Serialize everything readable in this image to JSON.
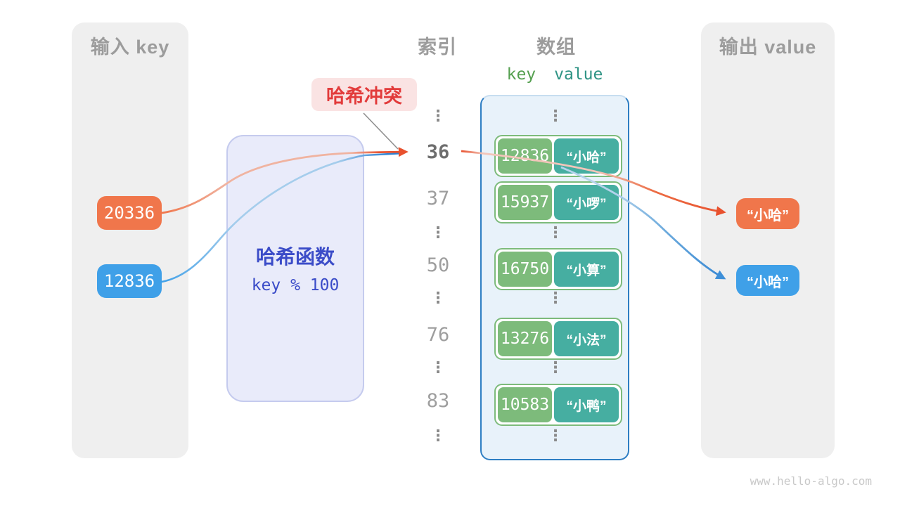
{
  "diagram": {
    "watermark": "www.hello-algo.com",
    "headers": {
      "input": "输入 key",
      "index": "索引",
      "array": "数组",
      "output": "输出 value",
      "kv_key": "key",
      "kv_value": "value"
    },
    "collision_label": "哈希冲突",
    "hash_function": {
      "title": "哈希函数",
      "formula": "key % 100"
    },
    "inputs": [
      {
        "label": "20336",
        "color": "#F0764B"
      },
      {
        "label": "12836",
        "color": "#3FA0E8"
      }
    ],
    "outputs": [
      {
        "label": "“小哈”",
        "color": "#F0764B"
      },
      {
        "label": "“小哈”",
        "color": "#3FA0E8"
      }
    ],
    "ellipsis_char": "⋮",
    "rows": [
      {
        "type": "dots"
      },
      {
        "type": "entry",
        "index": "36",
        "highlighted": true,
        "key": "12836",
        "value": "“小哈”"
      },
      {
        "type": "entry",
        "index": "37",
        "highlighted": false,
        "key": "15937",
        "value": "“小啰”"
      },
      {
        "type": "dots"
      },
      {
        "type": "entry",
        "index": "50",
        "highlighted": false,
        "key": "16750",
        "value": "“小算”"
      },
      {
        "type": "dots"
      },
      {
        "type": "entry",
        "index": "76",
        "highlighted": false,
        "key": "13276",
        "value": "“小法”"
      },
      {
        "type": "dots"
      },
      {
        "type": "entry",
        "index": "83",
        "highlighted": false,
        "key": "10583",
        "value": "“小鸭”"
      },
      {
        "type": "dots"
      }
    ],
    "colors": {
      "panel": "#EFEFEF",
      "header_text": "#9C9C9C",
      "orange": "#F0764B",
      "blue": "#3FA0E8",
      "green_key_cell": "#7DBB7B",
      "teal_value_cell": "#46AEA1",
      "array_fill": "#E8F2FA",
      "array_border": "#2E7EC3",
      "hash_fill": "#E9EBFA",
      "hash_border": "#C5CBEE",
      "hash_text": "#3B4CC8",
      "collision_fill": "#FAE3E3",
      "collision_text": "#E23B3B",
      "index_text": "#9E9E9E",
      "arrow_orange": "#E8512E",
      "arrow_blue": "#2F82D2",
      "watermark_text": "#C9C9C9"
    }
  }
}
